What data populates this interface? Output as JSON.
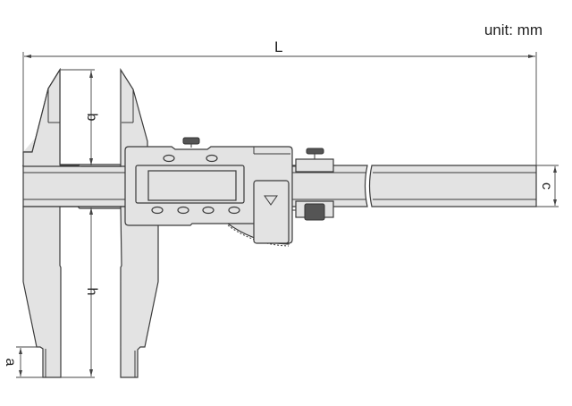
{
  "unit_label": "unit: mm",
  "dimensions": {
    "L": "L",
    "b": "b",
    "h": "h",
    "a": "a",
    "c": "c"
  },
  "colors": {
    "body": "#e3e3e3",
    "outline": "#3a3a3a"
  },
  "display": {
    "button_icon": "triangle-down-icon"
  }
}
